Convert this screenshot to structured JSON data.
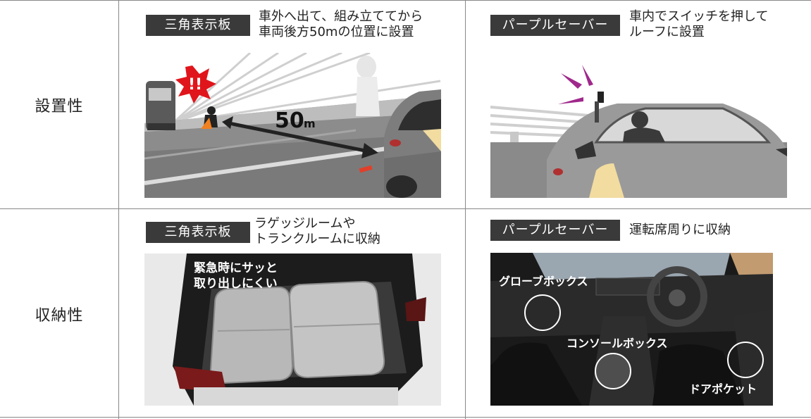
{
  "rows": [
    {
      "label": "設置性"
    },
    {
      "label": "収納性"
    }
  ],
  "cells": {
    "install_triangle": {
      "tag": "三角表示板",
      "desc": "車外へ出て、組み立ててから\n車両後方50mの位置に設置",
      "distance_number": "50",
      "distance_unit": "m",
      "alert_text": "!!"
    },
    "install_purple": {
      "tag": "パープルセーバー",
      "desc": "車内でスイッチを押して\nルーフに設置"
    },
    "storage_triangle": {
      "tag": "三角表示板",
      "desc": "ラゲッジルームや\nトランクルームに収納",
      "overlay": "緊急時にサッと\n取り出しにくい"
    },
    "storage_purple": {
      "tag": "パープルセーバー",
      "desc": "運転席周りに収納",
      "callouts": {
        "glovebox": "グローブボックス",
        "console": "コンソールボックス",
        "door": "ドアポケット"
      }
    }
  },
  "colors": {
    "tag_bg": "#3a3a3a",
    "alert_red": "#e0151b",
    "purple": "#a0288c",
    "grid_line": "#888888"
  }
}
